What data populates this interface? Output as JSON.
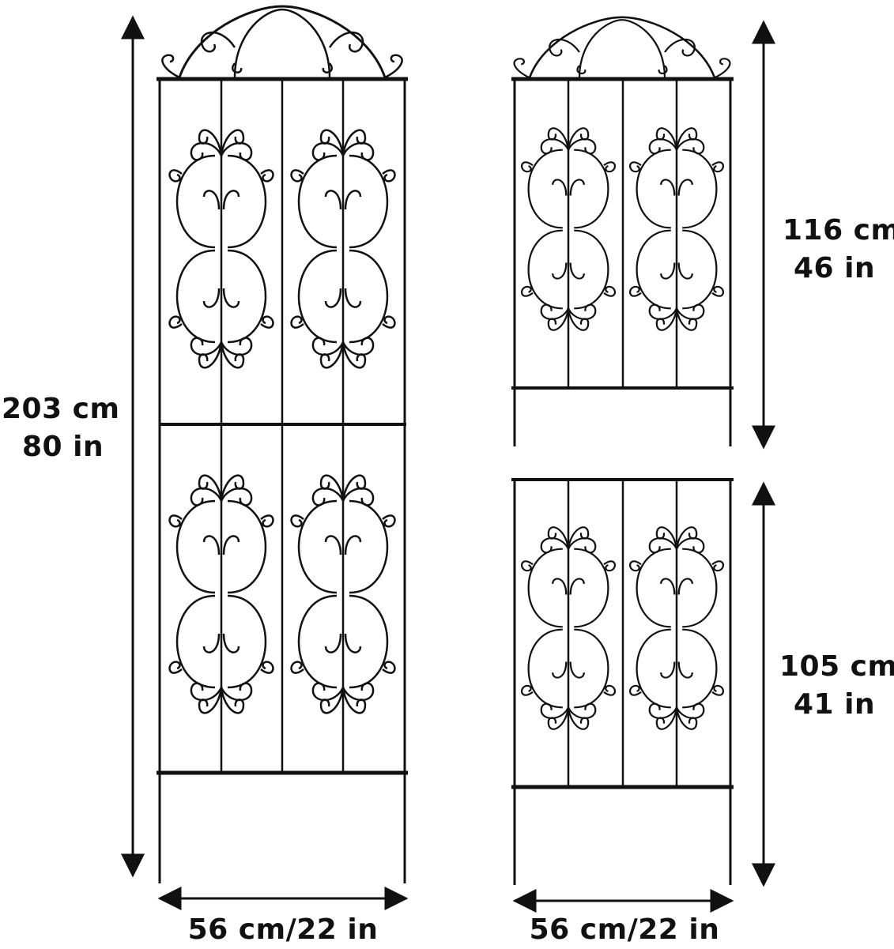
{
  "colors": {
    "ink": "#111111",
    "background": "#ffffff"
  },
  "tall_trellis": {
    "height_cm": "203 cm",
    "height_in": "80 in",
    "width": "56 cm/22 in"
  },
  "split_trellis": {
    "top_height_cm": "116 cm",
    "top_height_in": "46 in",
    "bottom_height_cm": "105 cm",
    "bottom_height_in": "41 in",
    "width": "56 cm/22 in"
  }
}
